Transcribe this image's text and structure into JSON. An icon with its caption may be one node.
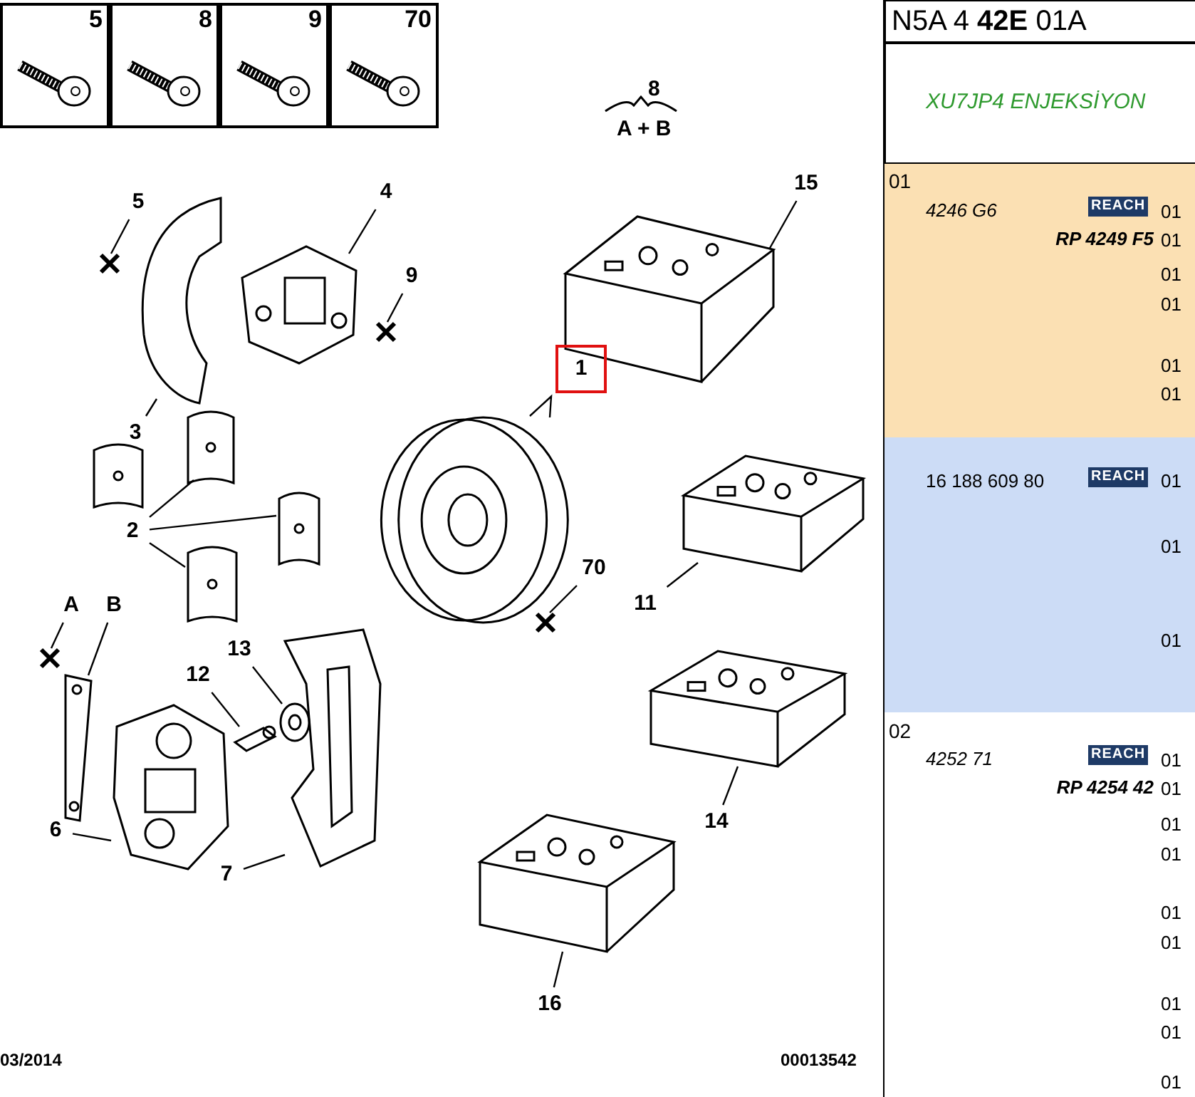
{
  "diagram": {
    "nodes": [
      {
        "text": [
          "5"
        ]
      },
      {
        "text": [
          "8"
        ]
      },
      {
        "text": [
          "9"
        ]
      },
      {
        "text": [
          "70"
        ]
      },
      {
        "text": [
          "5"
        ]
      },
      {
        "text": [],
        "shape": "cross"
      },
      {
        "text": [
          "4"
        ]
      },
      {
        "text": [],
        "shape": "picture"
      },
      {
        "text": [
          "9"
        ]
      },
      {
        "text": [],
        "shape": "cross"
      },
      {
        "text": [
          "15"
        ]
      },
      {
        "text": [],
        "shape": "picture"
      },
      {
        "text": [
          "1"
        ]
      },
      {
        "text": [],
        "shape": "picture"
      },
      {
        "text": [
          "3"
        ]
      },
      {
        "text": [],
        "shape": "picture"
      },
      {
        "text": [],
        "shape": "picture"
      },
      {
        "text": [],
        "shape": "picture"
      },
      {
        "text": [],
        "shape": "picture"
      },
      {
        "text": [],
        "shape": "picture"
      },
      {
        "text": [
          "2"
        ]
      },
      {
        "text": [
          "11"
        ]
      },
      {
        "text": [],
        "shape": "picture"
      },
      {
        "text": [
          "70"
        ]
      },
      {
        "text": [],
        "shape": "cross"
      },
      {
        "text": [
          "A"
        ]
      },
      {
        "text": [],
        "shape": "cross"
      },
      {
        "text": [
          "B"
        ]
      },
      {
        "text": [],
        "shape": "picture"
      },
      {
        "text": [
          "13"
        ]
      },
      {
        "text": [],
        "shape": "picture"
      },
      {
        "text": [
          "12"
        ]
      },
      {
        "text": [],
        "shape": "picture"
      },
      {
        "text": [
          "14"
        ]
      },
      {
        "text": [],
        "shape": "picture"
      },
      {
        "text": [
          "6"
        ]
      },
      {
        "text": [],
        "shape": "picture"
      },
      {
        "text": [
          "7"
        ]
      },
      {
        "text": [],
        "shape": "picture"
      },
      {
        "text": [
          "16"
        ]
      },
      {
        "text": [],
        "shape": "picture"
      }
    ],
    "edges": [
      {
        "from": 4,
        "to": 5,
        "arrow": "none"
      },
      {
        "from": 6,
        "to": 7,
        "arrow": "none"
      },
      {
        "from": 8,
        "to": 9,
        "arrow": "none"
      },
      {
        "from": 10,
        "to": 11,
        "arrow": "none"
      },
      {
        "from": 12,
        "to": 13,
        "arrow": "none"
      },
      {
        "from": 14,
        "to": 15,
        "arrow": "none"
      },
      {
        "from": 20,
        "to": 16,
        "arrow": "none"
      },
      {
        "from": 20,
        "to": 18,
        "arrow": "none"
      },
      {
        "from": 20,
        "to": 19,
        "arrow": "none"
      },
      {
        "from": 21,
        "to": 22,
        "arrow": "none"
      },
      {
        "from": 23,
        "to": 24,
        "arrow": "none"
      },
      {
        "from": 25,
        "to": 26,
        "arrow": "none"
      },
      {
        "from": 27,
        "to": 28,
        "arrow": "none"
      },
      {
        "from": 29,
        "to": 30,
        "arrow": "none"
      },
      {
        "from": 31,
        "to": 32,
        "arrow": "none"
      },
      {
        "from": 33,
        "to": 34,
        "arrow": "none"
      },
      {
        "from": 35,
        "to": 36,
        "arrow": "none"
      },
      {
        "from": 37,
        "to": 38,
        "arrow": "none"
      },
      {
        "from": 39,
        "to": 40,
        "arrow": "none"
      }
    ],
    "labels": [
      "8",
      "A + B",
      "03/2014",
      "00013542",
      "N5A 4 **42E** 01A",
      "XU7JP4 ENJEKSİYON",
      "01",
      "4246 G6",
      "REACH",
      "01",
      "RP 4249 F5",
      "01",
      "01",
      "01",
      "01",
      "01",
      "16 188 609 80",
      "REACH",
      "01",
      "01",
      "01",
      "02",
      "4252 71",
      "REACH",
      "01",
      "RP 4254 42",
      "01",
      "01",
      "01",
      "01",
      "01",
      "01",
      "01",
      "01"
    ]
  }
}
